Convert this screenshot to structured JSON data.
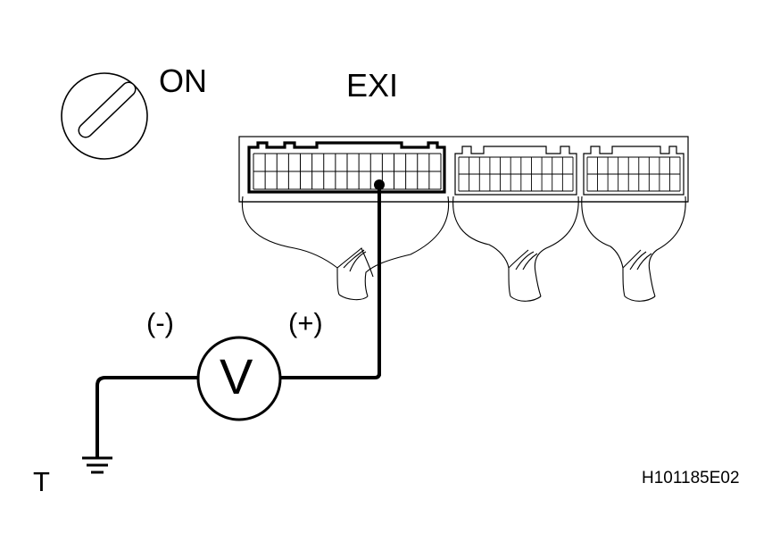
{
  "labels": {
    "ignition": "ON",
    "connector": "EXI",
    "negative": "(-)",
    "positive": "(+)",
    "meter": "V",
    "ground": "T",
    "figure_code": "H101185E02"
  }
}
